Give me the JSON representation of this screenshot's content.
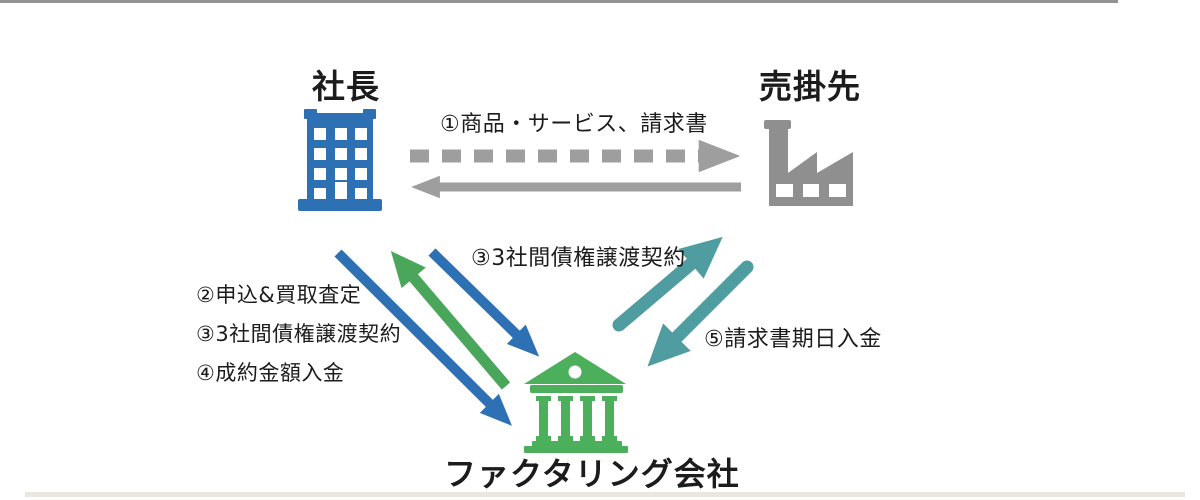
{
  "diagram": {
    "title_context": "factoring-scheme-flow",
    "entities": {
      "president": {
        "label": "社長",
        "icon": "office-building-icon",
        "color": "#2d70b3"
      },
      "customer": {
        "label": "売掛先",
        "icon": "factory-icon",
        "color": "#8f8f8f"
      },
      "factoring_company": {
        "label": "ファクタリング会社",
        "icon": "bank-icon",
        "color": "#4caf5b"
      }
    },
    "flows": {
      "goods_invoice": {
        "label": "①商品・サービス、請求書",
        "from": "社長",
        "to": "売掛先",
        "style": "dashed-gray-right-solid-gray-left"
      },
      "contract_center": {
        "label": "③3社間債権譲渡契約"
      },
      "left_steps": [
        {
          "label": "②申込&買取査定"
        },
        {
          "label": "③3社間債権譲渡契約"
        },
        {
          "label": "④成約金額入金"
        }
      ],
      "invoice_payment": {
        "label": "⑤請求書期日入金",
        "from": "売掛先",
        "to": "ファクタリング会社"
      }
    },
    "colors": {
      "blue_arrow": "#2d70b3",
      "green_arrow": "#4aa65a",
      "teal_arrow": "#4f9da0",
      "gray_arrow": "#9e9e9e",
      "factory_gray": "#8f8f8f",
      "bank_green": "#4caf5b",
      "building_blue": "#2d70b3",
      "text": "#1c1c1c",
      "background": "#ffffff"
    }
  }
}
